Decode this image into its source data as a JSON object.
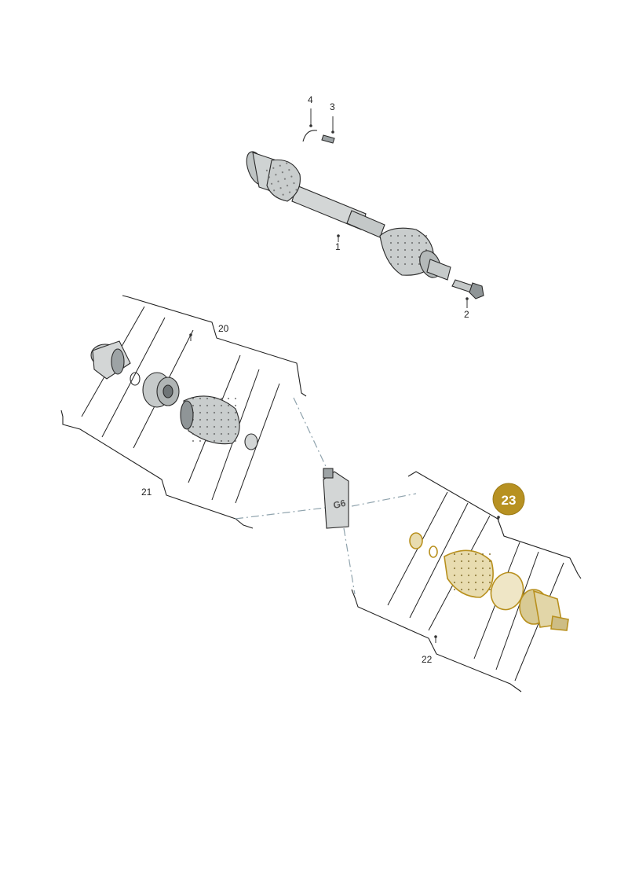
{
  "diagram": {
    "callouts": {
      "c1": "1",
      "c2": "2",
      "c3": "3",
      "c4": "4",
      "c20": "20",
      "c21": "21",
      "c22": "22"
    },
    "highlight_badge": {
      "label": "23",
      "color": "#b79122"
    },
    "grease_tube_label": "G6",
    "colors": {
      "part_fill": "#d3d6d6",
      "part_shadow": "#9da3a5",
      "highlight_fill": "#e8dcb0",
      "highlight_stroke": "#b8901e",
      "dash_line": "#8fa3ad"
    }
  }
}
